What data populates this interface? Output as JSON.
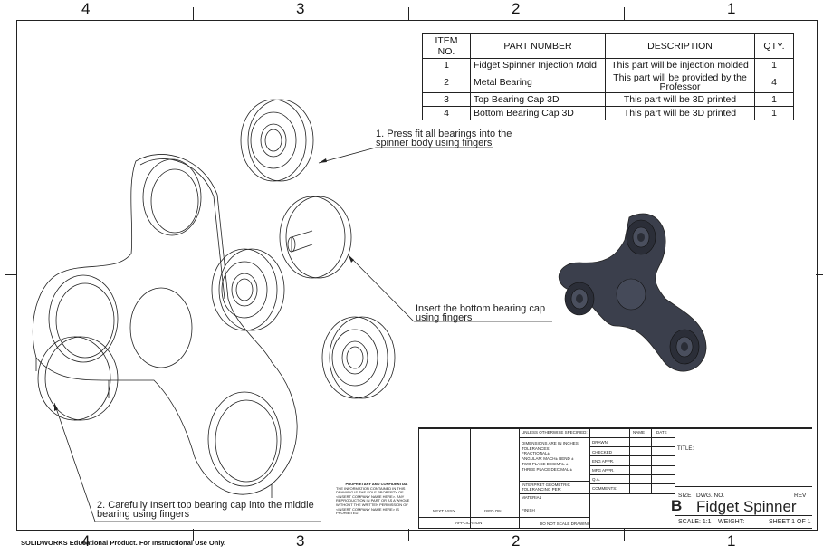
{
  "zones_top": [
    "4",
    "3",
    "2",
    "1"
  ],
  "zones_bottom": [
    "4",
    "3",
    "2",
    "1"
  ],
  "bom": {
    "headers": [
      "ITEM NO.",
      "PART NUMBER",
      "DESCRIPTION",
      "QTY."
    ],
    "rows": [
      [
        "1",
        "Fidget Spinner Injection Mold",
        "This part will be injection molded",
        "1"
      ],
      [
        "2",
        "Metal Bearing",
        "This part will be provided by the Professor",
        "4"
      ],
      [
        "3",
        "Top Bearing Cap 3D",
        "This part will be 3D printed",
        "1"
      ],
      [
        "4",
        "Bottom Bearing Cap 3D",
        "This part will be 3D printed",
        "1"
      ]
    ]
  },
  "notes": {
    "note1": "1. Press fit all bearings into the spinner body using fingers",
    "note2": "Insert the bottom bearing cap using fingers",
    "note3": "2. Carefully Insert top bearing cap into the middle bearing using fingers"
  },
  "title_block": {
    "unless": "UNLESS OTHERWISE SPECIFIED:",
    "name": "NAME",
    "date": "DATE",
    "dims": "DIMENSIONS ARE IN INCHES",
    "tol": "TOLERANCES:",
    "frac": "FRACTIONAL±",
    "ang": "ANGULAR: MACH±   BEND ±",
    "two": "TWO PLACE DECIMAL   ±",
    "three": "THREE PLACE DECIMAL   ±",
    "interp": "INTERPRET GEOMETRIC TOLERANCING PER:",
    "material": "MATERIAL",
    "finish": "FINISH",
    "drawn": "DRAWN",
    "checked": "CHECKED",
    "engappr": "ENG APPR.",
    "mfgappr": "MFG APPR.",
    "qa": "Q.A.",
    "comments": "COMMENTS:",
    "title_label": "TITLE:",
    "next_assy": "NEXT ASSY",
    "used_on": "USED ON",
    "application": "APPLICATION",
    "dont_scale": "DO NOT SCALE DRAWING",
    "size": "SIZE",
    "size_val": "B",
    "dwg_no": "DWG.  NO.",
    "rev": "REV",
    "dwg_title": "Fidget Spinner",
    "scale": "SCALE: 1:1",
    "weight": "WEIGHT:",
    "sheet": "SHEET 1 OF 1",
    "prop_title": "PROPRIETARY AND CONFIDENTIAL",
    "prop_text": "THE INFORMATION CONTAINED IN THIS DRAWING IS THE SOLE PROPERTY OF <INSERT COMPANY NAME HERE>. ANY REPRODUCTION IN PART OR AS A WHOLE WITHOUT THE WRITTEN PERMISSION OF <INSERT COMPANY NAME HERE> IS PROHIBITED."
  },
  "footer": "SOLIDWORKS Educational Product. For Instructional Use Only.",
  "colors": {
    "render": "#3b3f4c",
    "line": "#222222"
  }
}
